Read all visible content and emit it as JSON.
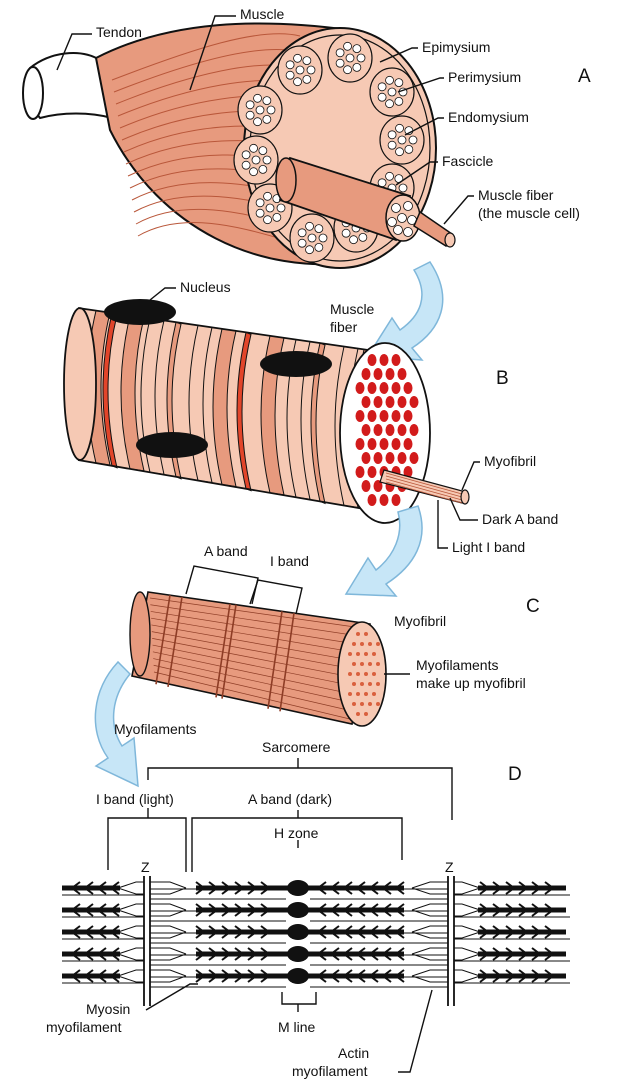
{
  "colors": {
    "muscle": "#E79A7E",
    "muscle_light": "#F6C9B4",
    "muscle_dark": "#D9603E",
    "band_red": "#E2452A",
    "nucleus": "#111111",
    "arrow_fill": "#C7E6F7",
    "arrow_stroke": "#7FB7DA",
    "red_dot": "#D21B1B",
    "line": "#111111"
  },
  "panel_a": {
    "letter": "A",
    "labels": {
      "tendon": "Tendon",
      "muscle": "Muscle",
      "epimysium": "Epimysium",
      "perimysium": "Perimysium",
      "endomysium": "Endomysium",
      "fascicle": "Fascicle",
      "fiber_line1": "Muscle fiber",
      "fiber_line2": "(the muscle cell)"
    }
  },
  "panel_b": {
    "letter": "B",
    "labels": {
      "nucleus": "Nucleus",
      "muscle_fiber_line1": "Muscle",
      "muscle_fiber_line2": "fiber",
      "myofibril": "Myofibril",
      "dark_a_band": "Dark A band",
      "light_i_band": "Light I band"
    }
  },
  "panel_c": {
    "letter": "C",
    "labels": {
      "a_band": "A band",
      "i_band": "I band",
      "myofibril": "Myofibril",
      "myofilaments_line1": "Myofilaments",
      "myofilaments_line2": "make up myofibril"
    }
  },
  "panel_d": {
    "letter": "D",
    "labels": {
      "myofilaments": "Myofilaments",
      "sarcomere": "Sarcomere",
      "i_band_light": "I band (light)",
      "a_band_dark": "A band (dark)",
      "h_zone": "H zone",
      "z_left": "Z",
      "z_right": "Z",
      "myosin_line1": "Myosin",
      "myosin_line2": "myofilament",
      "m_line": "M line",
      "actin_line1": "Actin",
      "actin_line2": "myofilament"
    }
  }
}
